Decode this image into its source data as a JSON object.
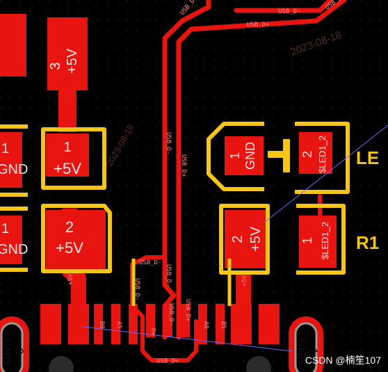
{
  "colors": {
    "background": "#000000",
    "copper": "#e8140f",
    "silkscreen": "#f5c518",
    "pad_text": "#f3e6e6",
    "trace_label": "#ff8c8c",
    "ghost": "#5a2626",
    "ratsnest": "#6b6bff"
  },
  "pads": {
    "p1": {
      "num": "3",
      "net": "+5V"
    },
    "p2": {
      "num": "1",
      "net": "GND"
    },
    "p3": {
      "num": "1",
      "net": "+5V"
    },
    "p4": {
      "num": "1",
      "net": "GND"
    },
    "p5": {
      "num": "2",
      "net": "+5V"
    },
    "p6": {
      "num": "1",
      "net": "GND"
    },
    "p7": {
      "num": "2",
      "net": "$LED1_2"
    },
    "p8": {
      "num": "2",
      "net": "+5V"
    },
    "p9": {
      "num": "1",
      "net": "$LED1_2"
    },
    "p10": {
      "num": "0",
      "net": "GND"
    },
    "p11": {
      "num": "1",
      "net": "GND"
    }
  },
  "refdes": {
    "led": "LE",
    "r1": "R1"
  },
  "trace_labels": {
    "usb_dm_top": "USB_D-",
    "usb_dm_top2": "USB_D-",
    "usb_dp_top": "USB_D+",
    "usb_dp_top2": "USB_D+",
    "usb_dm_vert": "USB_D-",
    "usb_dp_vert": "USB_D+",
    "usb_dm_bottom": "USB_D-",
    "usb_dm_mid": "USB_D-",
    "usb_dp_bottom": "USB_D+",
    "plus5v_left": "+5V",
    "plus5v_right": "+5V"
  },
  "connector_pins": {
    "b8": "B8",
    "a5": "A5",
    "usb_d_minus": "USB_D-",
    "usb_d_plus": "USB_D+",
    "d_plus": "D+",
    "a8": "A8",
    "b5": "B5",
    "usb_d_mid": "USB_D-"
  },
  "ghost_text": {
    "g1": "2023-08-18",
    "g2": "2023-08-18"
  },
  "watermark": "CSDN @楠笙107"
}
